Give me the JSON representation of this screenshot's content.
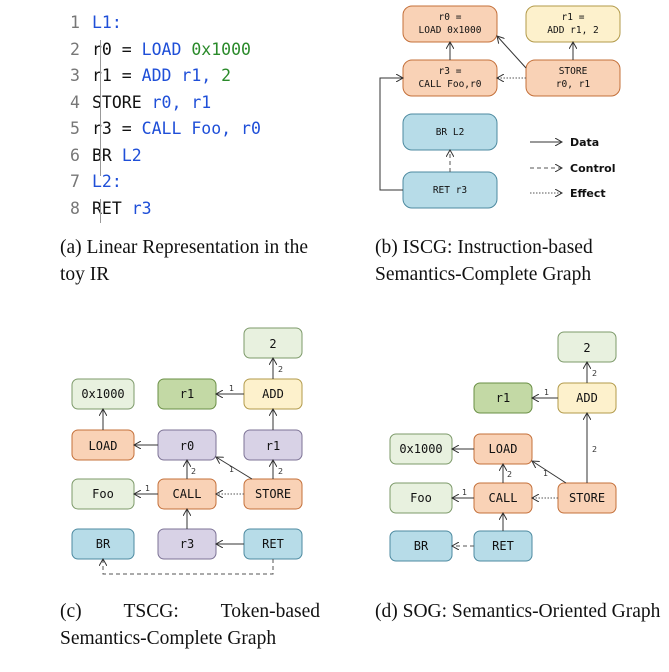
{
  "panel_a": {
    "lines": [
      {
        "num": "1",
        "text": "",
        "kw": "L1:",
        "num_lit": ""
      },
      {
        "num": "2",
        "text": "r0 = ",
        "kw": "LOAD",
        "num_lit": "0x1000"
      },
      {
        "num": "3",
        "text": "r1 = ",
        "kw": "ADD r1,",
        "num_lit": "2"
      },
      {
        "num": "4",
        "text": "STORE ",
        "kw": "r0, r1",
        "num_lit": ""
      },
      {
        "num": "5",
        "text": "r3 = ",
        "kw": "CALL Foo, r0",
        "num_lit": ""
      },
      {
        "num": "6",
        "text": "BR ",
        "kw": "L2",
        "num_lit": ""
      },
      {
        "num": "7",
        "text": "",
        "kw": "L2:",
        "num_lit": ""
      },
      {
        "num": "8",
        "text": "RET ",
        "kw": "r3",
        "num_lit": ""
      }
    ],
    "caption": "(a) Linear Representation in the toy IR"
  },
  "panel_b": {
    "nodes": {
      "r0_load_1": "r0 =",
      "r0_load_2": "LOAD 0x1000",
      "r1_add_1": "r1 =",
      "r1_add_2": "ADD r1, 2",
      "r3_call_1": "r3 =",
      "r3_call_2": "CALL Foo,r0",
      "store_1": "STORE",
      "store_2": "r0, r1",
      "br": "BR L2",
      "ret": "RET r3"
    },
    "legend": {
      "data": "Data",
      "control": "Control",
      "effect": "Effect"
    },
    "caption": "(b) ISCG: Instruction-based Semantics-Complete Graph"
  },
  "panel_c": {
    "nodes": {
      "two": "2",
      "hex": "0x1000",
      "r1_top": "r1",
      "add": "ADD",
      "load": "LOAD",
      "r0": "r0",
      "r1": "r1",
      "foo": "Foo",
      "call": "CALL",
      "store": "STORE",
      "br": "BR",
      "r3": "r3",
      "ret": "RET"
    },
    "edge_labels": {
      "add_r1": "1",
      "add_2": "2",
      "call_foo": "1",
      "call_r0": "2",
      "store_r0": "1",
      "store_r1": "2"
    },
    "caption": "(c) TSCG: Token-based Semantics-Complete Graph"
  },
  "panel_d": {
    "nodes": {
      "two": "2",
      "r1": "r1",
      "add": "ADD",
      "hex": "0x1000",
      "load": "LOAD",
      "foo": "Foo",
      "call": "CALL",
      "store": "STORE",
      "br": "BR",
      "ret": "RET"
    },
    "edge_labels": {
      "add_r1": "1",
      "add_2": "2",
      "call_foo": "1",
      "call_load": "2",
      "store_load": "1",
      "store_add": "2"
    },
    "caption": "(d) SOG: Semantics-Oriented Graph"
  },
  "colors": {
    "orange": "#f9d2b6",
    "orange_stroke": "#c4703a",
    "yellow": "#fdf1cc",
    "yellow_stroke": "#b29a4a",
    "blue": "#b7dce8",
    "blue_stroke": "#4d8aa0",
    "green_light": "#e8f1df",
    "green_light_stroke": "#7d9a6a",
    "green": "#c3d9a5",
    "green_stroke": "#6a8f45",
    "purple": "#d8d2e6",
    "purple_stroke": "#7d7396",
    "keyword": "#1f4fd8",
    "number": "#2a8a2a"
  }
}
